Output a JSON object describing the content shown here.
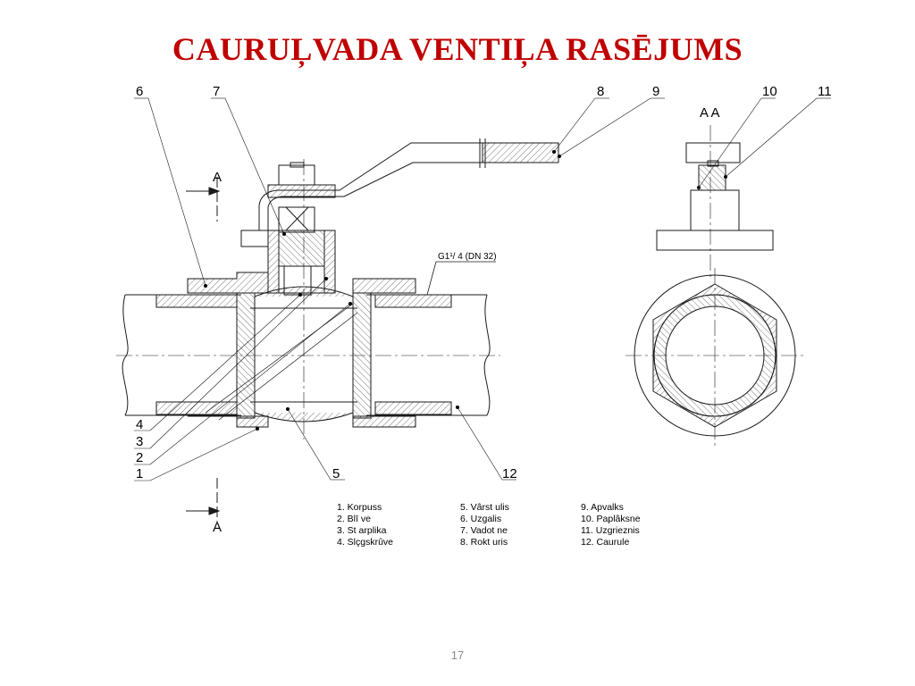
{
  "title": "CAURUĻVADA VENTIĻA RASĒJUMS",
  "title_color": "#c00000",
  "line_color": "#1a1a1a",
  "hatch_color": "#555555",
  "page_number": "17",
  "page_number_color": "#8a8a8a",
  "section_letter": "A",
  "section_view_label": "A  A",
  "thread_label": "G1¹/ 4  (DN 32)",
  "part_numbers": {
    "p1": "1",
    "p2": "2",
    "p3": "3",
    "p4": "4",
    "p5": "5",
    "p6": "6",
    "p7": "7",
    "p8": "8",
    "p9": "9",
    "p10": "10",
    "p11": "11",
    "p12": "12"
  },
  "legend": {
    "col1": [
      "1. Korpuss",
      "2. Blī ve",
      "3. St arplika",
      "4. Slçgskrûve"
    ],
    "col2": [
      "5. Vârst ulis",
      "6. Uzgalis",
      "7. Vadot ne",
      "8. Rokt uris"
    ],
    "col3": [
      "9.   Apvalks",
      "10. Paplâksne",
      "11. Uzgrieznis",
      "12. Caurule"
    ]
  }
}
